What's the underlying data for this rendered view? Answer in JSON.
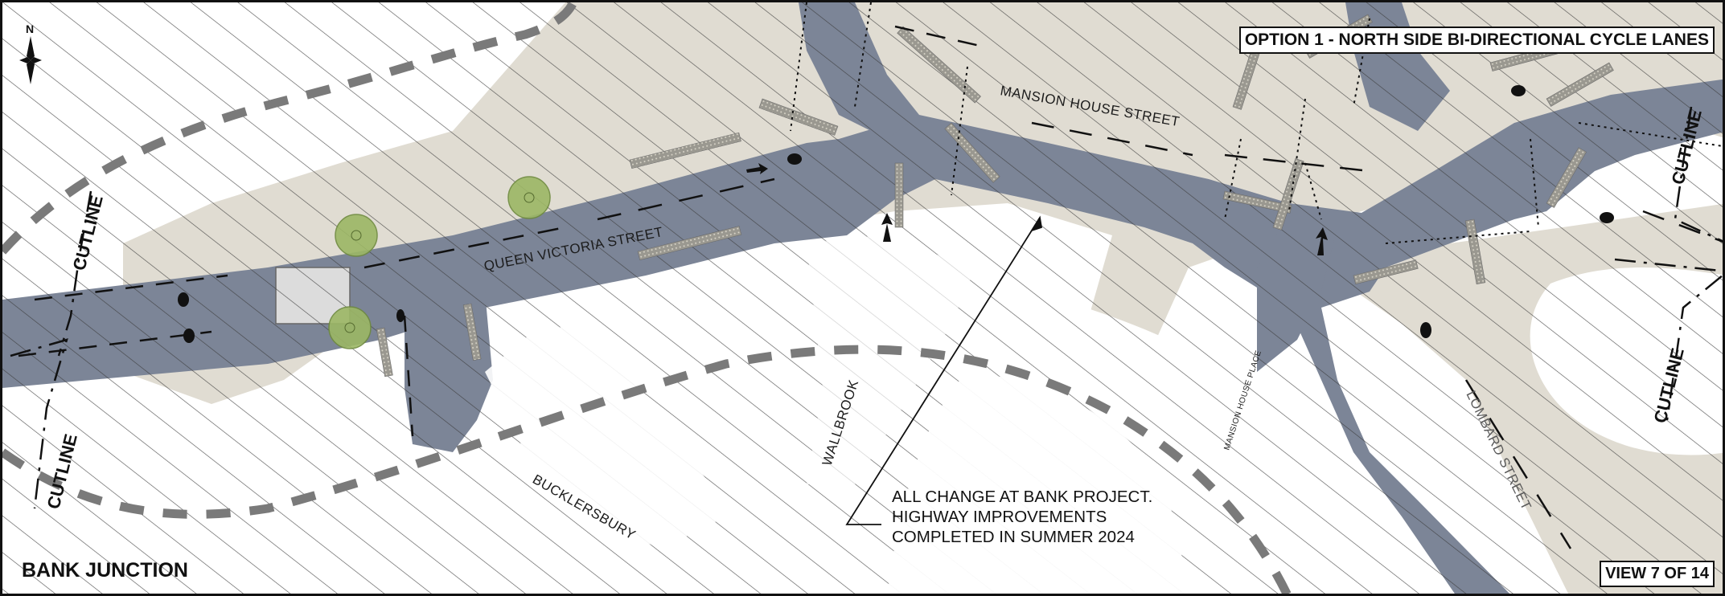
{
  "drawing": {
    "option_title": "OPTION 1 - NORTH SIDE BI-DIRECTIONAL CYCLE LANES",
    "view_label": "VIEW 7 OF 14",
    "drawing_name": "BANK JUNCTION"
  },
  "north_arrow": {
    "label": "N"
  },
  "note": {
    "lines": [
      "ALL CHANGE AT BANK PROJECT.",
      "HIGHWAY IMPROVEMENTS",
      "COMPLETED IN  SUMMER 2024"
    ]
  },
  "streets": {
    "queen_victoria": "QUEEN VICTORIA STREET",
    "mansion_house": "MANSION HOUSE STREET",
    "wallbrook": "WALLBROOK",
    "bucklersbury": "BUCKLERSBURY",
    "lombard": "LOMBARD STREET",
    "mansion_house_place": "MANSION HOUSE PLACE"
  },
  "cutlines": {
    "label": "CUTLINE"
  },
  "colors": {
    "carriageway": "#7c8597",
    "footway": "#e0dcd2",
    "hatch": "#3a3a3a",
    "tree": "#9cb765",
    "boundary_dash": "#7a7a7a"
  }
}
